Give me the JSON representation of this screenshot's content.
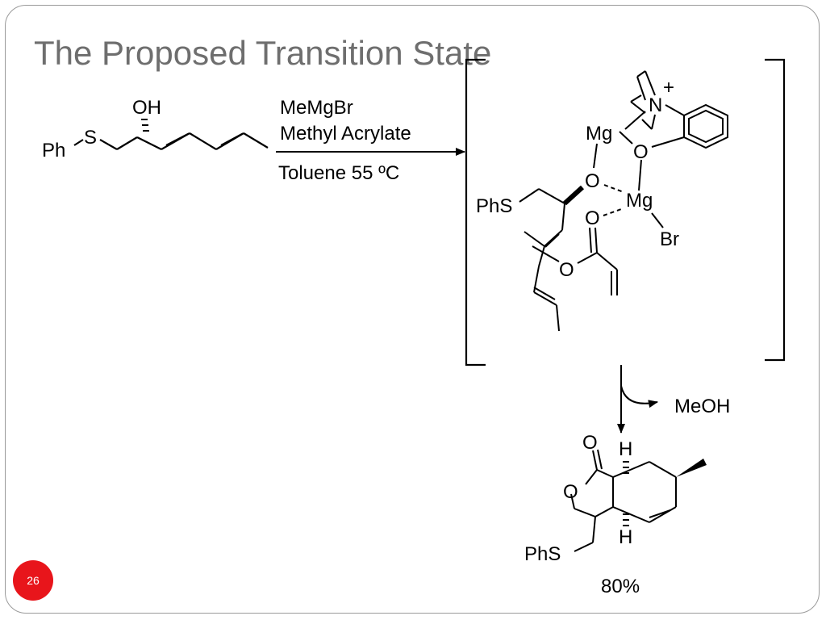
{
  "slide": {
    "title": "The Proposed Transition State",
    "page_number": "26"
  },
  "reaction": {
    "reagents_line1": "MeMgBr",
    "reagents_line2": "Methyl Acrylate",
    "conditions": "Toluene 55 ºC",
    "byproduct": "MeOH",
    "yield": "80%"
  },
  "labels": {
    "oh": "OH",
    "s": "S",
    "ph": "Ph",
    "phs": "PhS",
    "mg": "Mg",
    "o": "O",
    "n": "N",
    "plus": "+",
    "br": "Br",
    "h": "H"
  },
  "colors": {
    "title": "#6e6e6e",
    "badge": "#e8151b",
    "border": "#9a9a9a"
  }
}
